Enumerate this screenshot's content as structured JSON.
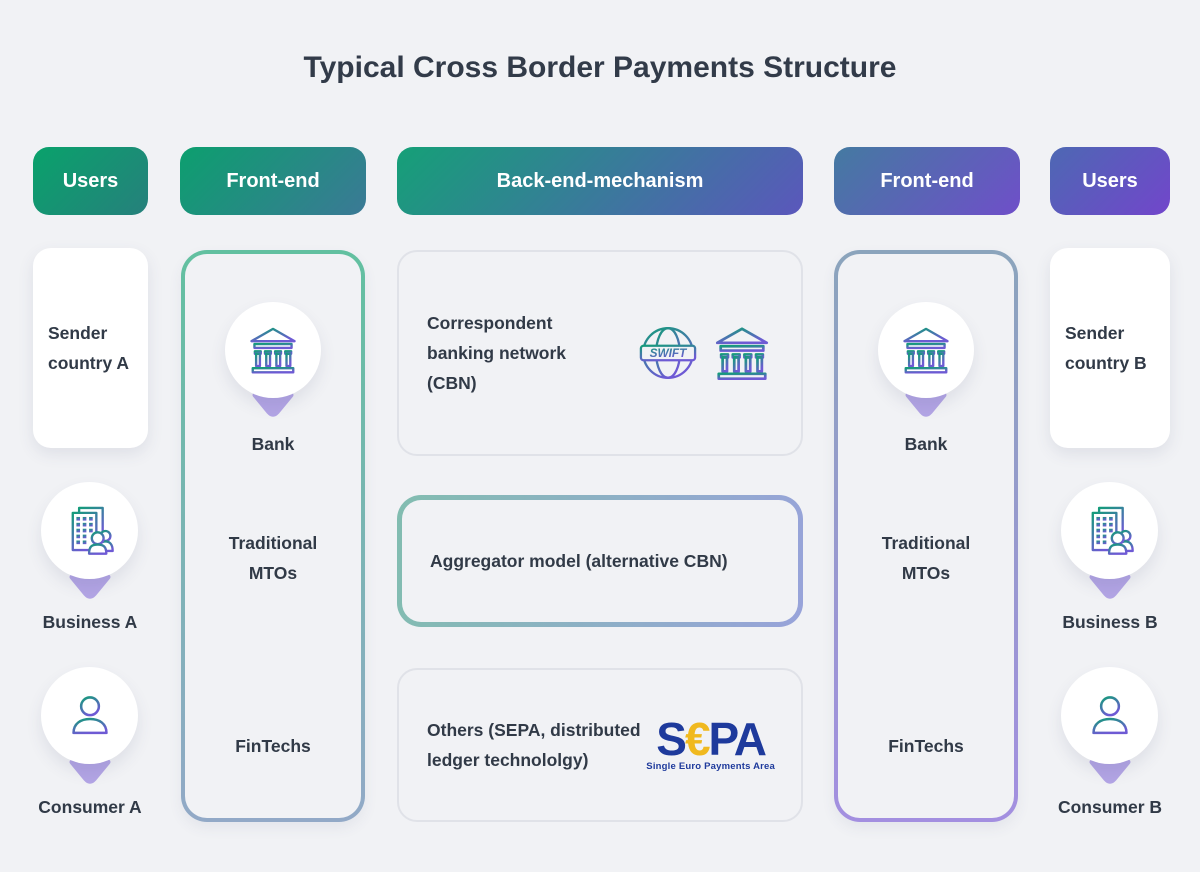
{
  "title": "Typical Cross Border Payments Structure",
  "pills": {
    "users_a": "Users",
    "frontend_a": "Front-end",
    "backend": "Back-end-mechanism",
    "frontend_b": "Front-end",
    "users_b": "Users"
  },
  "users_a": {
    "sender_card": "Sender country A",
    "business_label": "Business A",
    "consumer_label": "Consumer A"
  },
  "frontend_a": {
    "bank_label": "Bank",
    "mtos_label": "Traditional MTOs",
    "fintechs_label": "FinTechs"
  },
  "backend": {
    "cbn_text": "Correspondent banking network (CBN)",
    "swift_badge": "SWIFT",
    "aggregator_text": "Aggregator model (alternative CBN)",
    "others_text": "Others (SEPA, distributed ledger technololgy)",
    "sepa_s": "S",
    "sepa_euro": "€",
    "sepa_pa": "PA",
    "sepa_tagline": "Single Euro Payments Area"
  },
  "frontend_b": {
    "bank_label": "Bank",
    "mtos_label": "Traditional MTOs",
    "fintechs_label": "FinTechs"
  },
  "users_b": {
    "sender_card": "Sender country B",
    "business_label": "Business B",
    "consumer_label": "Consumer B"
  },
  "colors": {
    "background": "#f1f2f5",
    "text": "#313a47",
    "pointer_purple": "#b3a5e5",
    "icon_gradient_start": "#149c7a",
    "icon_gradient_end": "#6e5ad4",
    "pill_green": "#09a26b",
    "pill_purple": "#7246cb",
    "sepa_blue": "#1e3a9c",
    "sepa_yellow": "#f0b91f"
  }
}
